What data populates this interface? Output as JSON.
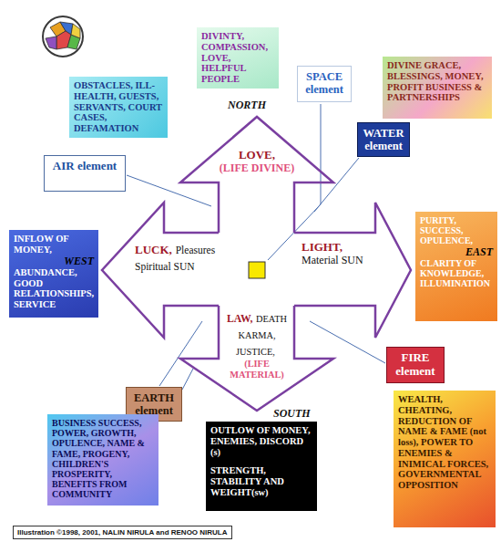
{
  "diagram": {
    "caption": "Illustration ©1998, 2001, NALIN NIRULA and RENOO NIRULA",
    "nodes": [
      {
        "text": [
          "OBSTACLES, ILL-HEALTH, GUESTS, SERVANTS, COURT CASES, DEFAMATION"
        ]
      },
      {
        "text": [
          "DIVINTY, COMPASSION, LOVE, HELPFUL PEOPLE"
        ]
      },
      {
        "text": [
          "SPACE element"
        ]
      },
      {
        "text": [
          "DIVINE GRACE, BLESSINGS, MONEY, PROFIT BUSINESS & PARTNERSHIPS"
        ]
      },
      {
        "text": [
          "WATER element"
        ]
      },
      {
        "text": [
          "AIR element"
        ]
      },
      {
        "text": [
          "LOVE,",
          "(LIFE DIVINE)"
        ]
      },
      {
        "text": [
          "LUCK,",
          "Pleasures Spiritual SUN"
        ]
      },
      {
        "text": [
          "LIGHT,",
          "Material SUN"
        ]
      },
      {
        "text": [
          "LAW,",
          "DEATH KARMA, JUSTICE,",
          "(LIFE MATERIAL)"
        ]
      },
      {
        "text": [
          "INFLOW OF MONEY,",
          "WEST",
          "ABUNDANCE, GOOD RELATIONSHIPS, SERVICE"
        ]
      },
      {
        "text": [
          "PURITY, SUCCESS, OPULENCE,",
          "EAST",
          "CLARITY OF KNOWLEDGE, ILLUMINATION"
        ]
      },
      {
        "text": [
          "FIRE element"
        ]
      },
      {
        "text": [
          "WEALTH, CHEATING, REDUCTION OF NAME & FAME (not loss), POWER TO ENEMIES & INIMICAL FORCES, GOVERNMENTAL OPPOSITION"
        ]
      },
      {
        "text": [
          "EARTH element"
        ]
      },
      {
        "text": [
          "BUSINESS SUCCESS, POWER, GROWTH, OPULENCE, NAME & FAME, PROGENY, CHILDREN'S PROSPERITY, BENEFITS FROM COMMUNITY"
        ]
      },
      {
        "text": [
          "OUTLOW OF MONEY, ENEMIES, DISCORD (s)",
          "STRENGTH, STABILITY AND WEIGHT(sw)"
        ]
      }
    ],
    "labels": [
      "NORTH",
      "SOUTH"
    ]
  }
}
